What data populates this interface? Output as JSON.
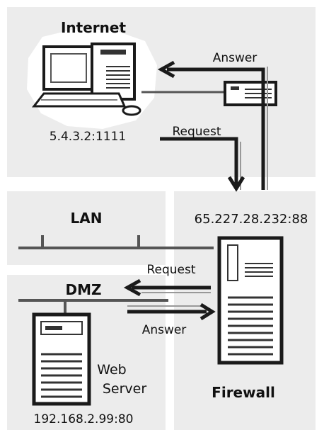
{
  "zones": {
    "internet": "Internet",
    "lan": "LAN",
    "dmz": "DMZ",
    "firewall": "Firewall"
  },
  "addresses": {
    "client": "5.4.3.2:1111",
    "firewall": "65.227.28.232:88",
    "web_server": "192.168.2.99:80"
  },
  "flows": {
    "internet_answer": "Answer",
    "internet_request": "Request",
    "dmz_request": "Request",
    "dmz_answer": "Answer"
  },
  "server_label": {
    "line1": "Web",
    "line2": "Server"
  },
  "colors": {
    "panel": "#ececec",
    "line": "#1a1a1a"
  }
}
